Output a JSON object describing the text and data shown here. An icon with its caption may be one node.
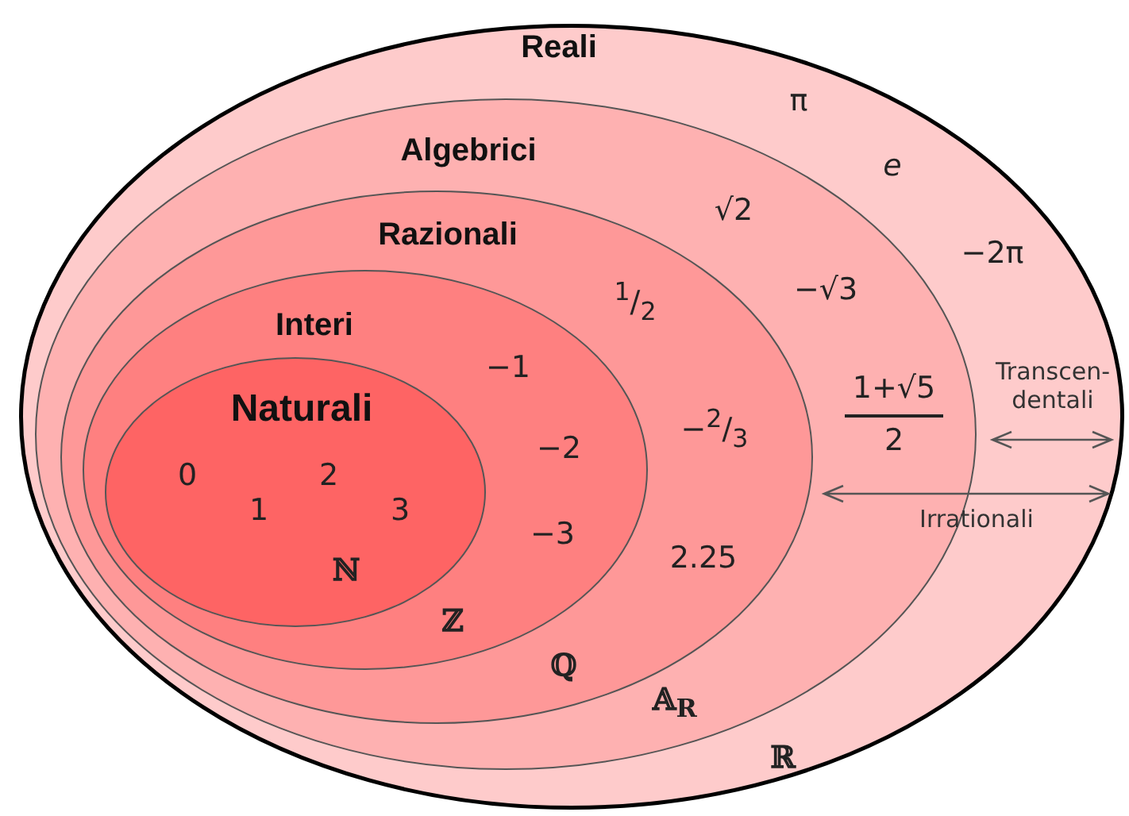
{
  "diagram": {
    "nodes": [
      {
        "text": [
          "Reali",
          "π",
          "e",
          "−2π",
          "ℝ"
        ]
      },
      {
        "text": [
          "Algebrici",
          "√2",
          "−√3",
          "1+√5",
          "2",
          "𝔸$_{R}$"
        ],
        "in": 0
      },
      {
        "text": [
          "Razionali",
          "$^{1}$/$_{2}$",
          "−$^{2}$/$_{3}$",
          "2.25",
          "ℚ"
        ],
        "in": 1
      },
      {
        "text": [
          "Interi",
          "−1",
          "−2",
          "−3",
          "ℤ"
        ],
        "in": 2
      },
      {
        "text": [
          "Naturali",
          "0",
          "1",
          "2",
          "3",
          "ℕ"
        ],
        "in": 3
      }
    ],
    "labels": [
      "Transcen-dentali",
      "Irrationali"
    ]
  }
}
